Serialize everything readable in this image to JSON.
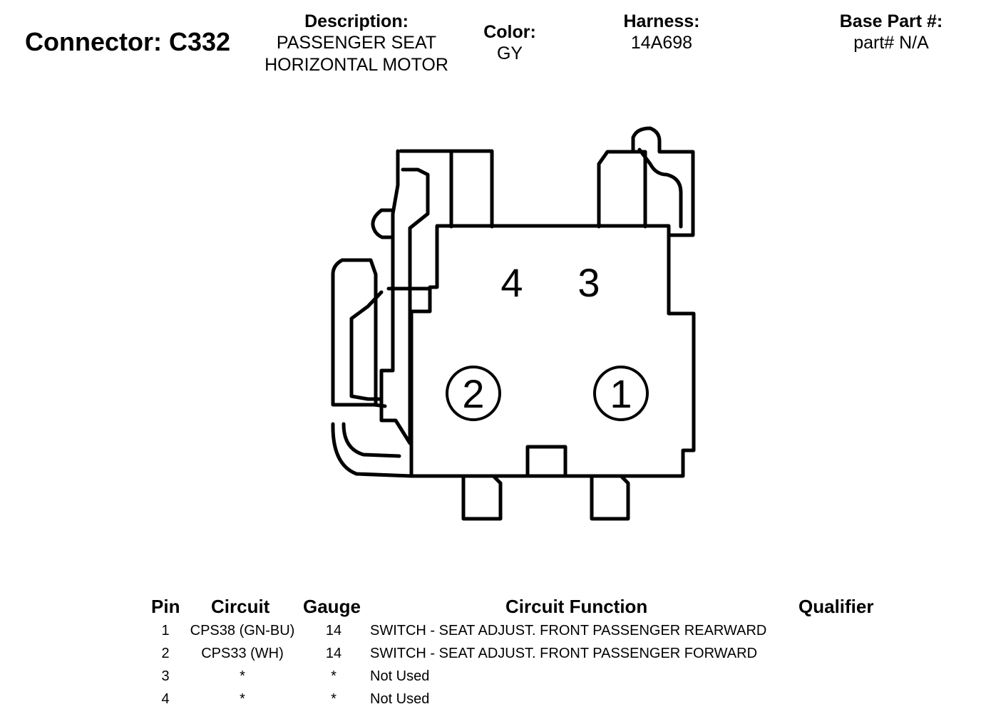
{
  "connector": {
    "title": "Connector: C332"
  },
  "description": {
    "label": "Description:",
    "line1": "PASSENGER SEAT",
    "line2": "HORIZONTAL MOTOR"
  },
  "color": {
    "label": "Color:",
    "value": "GY"
  },
  "harness": {
    "label": "Harness:",
    "value": "14A698"
  },
  "base_part": {
    "label": "Base Part #:",
    "value": "part# N/A"
  },
  "diagram": {
    "pin_labels": [
      "4",
      "3",
      "2",
      "1"
    ]
  },
  "table": {
    "headers": {
      "pin": "Pin",
      "circuit": "Circuit",
      "gauge": "Gauge",
      "function": "Circuit Function",
      "qualifier": "Qualifier"
    },
    "rows": [
      {
        "pin": "1",
        "circuit": "CPS38 (GN-BU)",
        "gauge": "14",
        "function": "SWITCH - SEAT ADJUST. FRONT PASSENGER REARWARD",
        "qualifier": ""
      },
      {
        "pin": "2",
        "circuit": "CPS33 (WH)",
        "gauge": "14",
        "function": "SWITCH - SEAT ADJUST. FRONT PASSENGER FORWARD",
        "qualifier": ""
      },
      {
        "pin": "3",
        "circuit": "*",
        "gauge": "*",
        "function": "Not Used",
        "qualifier": ""
      },
      {
        "pin": "4",
        "circuit": "*",
        "gauge": "*",
        "function": "Not Used",
        "qualifier": ""
      }
    ]
  }
}
